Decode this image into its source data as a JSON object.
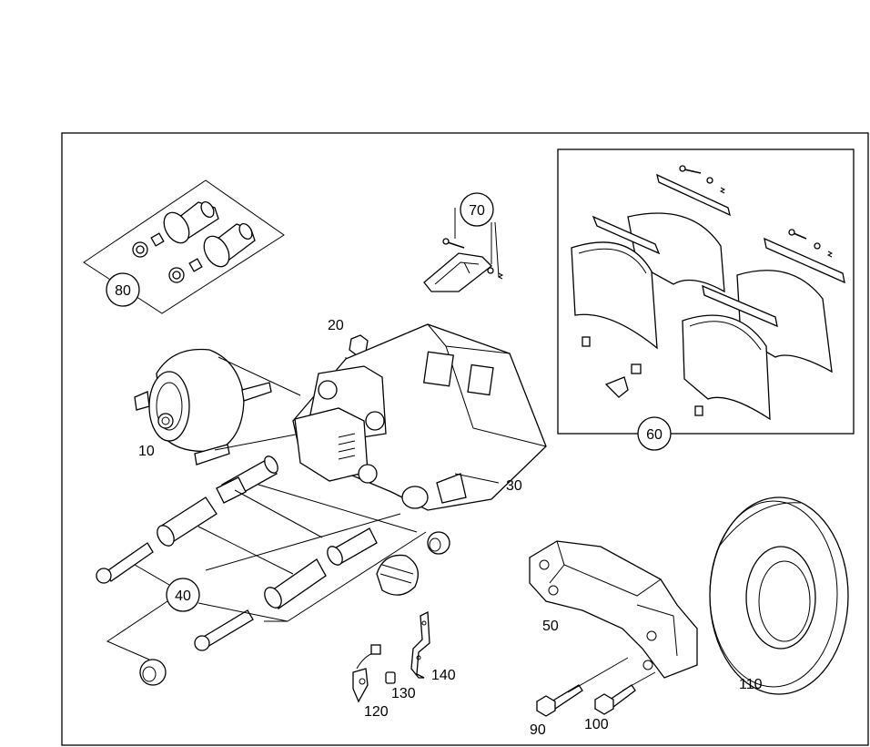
{
  "labels": {
    "p10": "10",
    "p20": "20",
    "p30": "30",
    "p40": "40",
    "p50": "50",
    "p60": "60",
    "p70": "70",
    "p80": "80",
    "p90": "90",
    "p100": "100",
    "p110": "110",
    "p120": "120",
    "p130": "130",
    "p140": "140"
  }
}
